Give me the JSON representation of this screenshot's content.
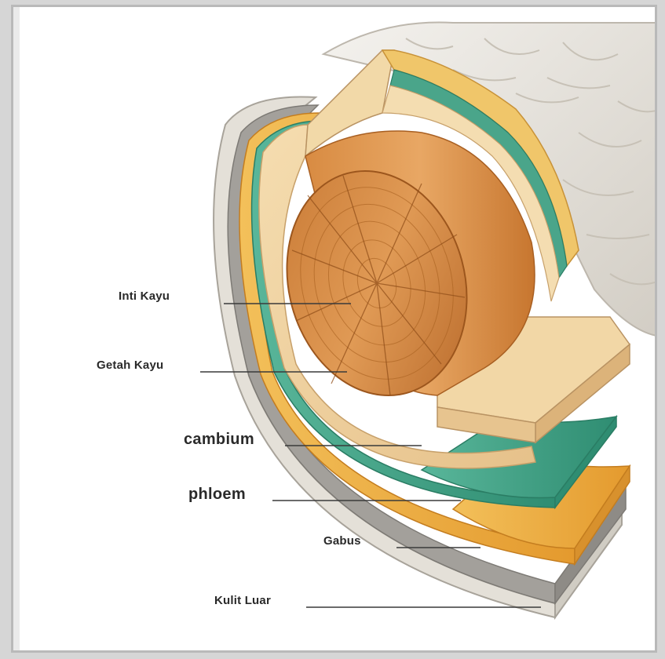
{
  "labels": {
    "heartwood": "Inti Kayu",
    "sapwood": "Getah Kayu",
    "cambium": "cambium",
    "phloem": "phloem",
    "cork": "Gabus",
    "outer_bark": "Kulit Luar"
  },
  "colors": {
    "background": "#ffffff",
    "heartwood": "#d98a43",
    "sapwood": "#f0cf9a",
    "cambium": "#4aa58a",
    "phloem": "#f0b24a",
    "cork": "#9a9a9a",
    "outer_bark": "#e6e3dd"
  }
}
